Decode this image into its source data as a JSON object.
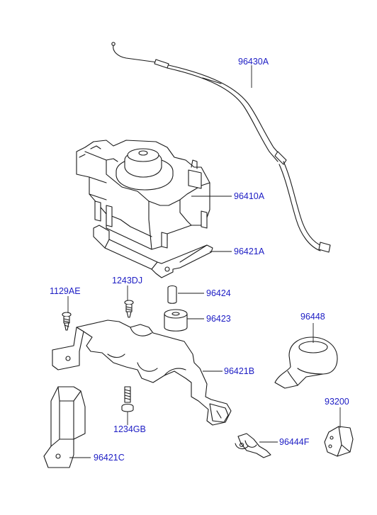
{
  "callouts": {
    "c96430A": "96430A",
    "c96410A": "96410A",
    "c96421A": "96421A",
    "c1129AE": "1129AE",
    "c1243DJ": "1243DJ",
    "c96424": "96424",
    "c96423": "96423",
    "c96448": "96448",
    "c96421B": "96421B",
    "c93200": "93200",
    "c1234GB": "1234GB",
    "c96444F": "96444F",
    "c96421C": "96421C"
  },
  "colors": {
    "label": "#1c1cc4",
    "line": "#1a1a1a"
  }
}
